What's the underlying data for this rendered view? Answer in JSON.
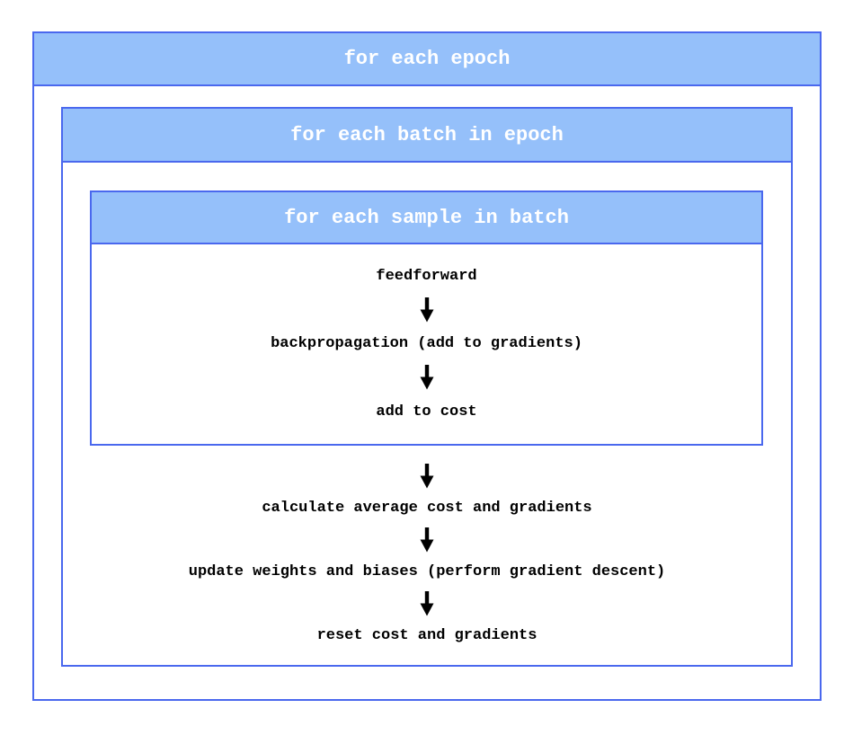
{
  "diagram": {
    "colors": {
      "border": "#4a68ee",
      "header_fill": "#95c0fa",
      "header_text": "#ffffff",
      "body_text": "#000000",
      "arrow": "#000000"
    },
    "epoch_loop": {
      "label": "for each epoch"
    },
    "batch_loop": {
      "label": "for each batch in epoch",
      "steps": [
        "calculate average cost and gradients",
        "update weights and biases (perform gradient descent)",
        "reset cost and gradients"
      ]
    },
    "sample_loop": {
      "label": "for each sample in batch",
      "steps": [
        "feedforward",
        "backpropagation (add to gradients)",
        "add to cost"
      ]
    }
  }
}
